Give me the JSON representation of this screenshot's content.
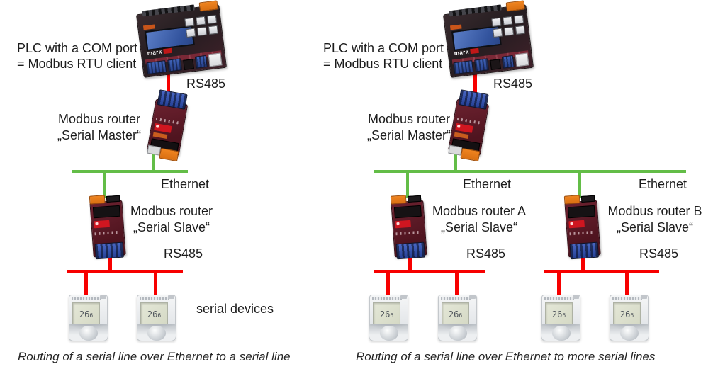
{
  "colors": {
    "ethernet_line": "#63bd47",
    "serial_line": "#f70000",
    "router_body": "#4f141f",
    "plc_body": "#241d20",
    "connector_orange": "#ef8420",
    "terminal_blue": "#3354b0"
  },
  "devices": {
    "plc_brand": "mark",
    "thermostat_display_main": "26",
    "thermostat_display_frac": "6"
  },
  "panels": [
    {
      "plc_label_1": "PLC with a COM port",
      "plc_label_2": "= Modbus RTU client",
      "rs485_top": "RS485",
      "master_label_1": "Modbus router",
      "master_label_2": "„Serial Master“",
      "ethernet": "Ethernet",
      "slave_label_1": "Modbus router",
      "slave_label_2": "„Serial Slave“",
      "slave_rs485": "RS485",
      "serial_devices": "serial devices",
      "caption": "Routing of a serial line over Ethernet to a serial line"
    },
    {
      "plc_label_1": "PLC with a COM port",
      "plc_label_2": "= Modbus RTU client",
      "rs485_top": "RS485",
      "master_label_1": "Modbus router",
      "master_label_2": "„Serial Master“",
      "ethernet_1": "Ethernet",
      "ethernet_2": "Ethernet",
      "slave_a_label_1": "Modbus router A",
      "slave_a_label_2": "„Serial Slave“",
      "slave_a_rs485": "RS485",
      "slave_b_label_1": "Modbus router B",
      "slave_b_label_2": "„Serial Slave“",
      "slave_b_rs485": "RS485",
      "caption": "Routing of a serial line over Ethernet to more serial lines"
    }
  ]
}
